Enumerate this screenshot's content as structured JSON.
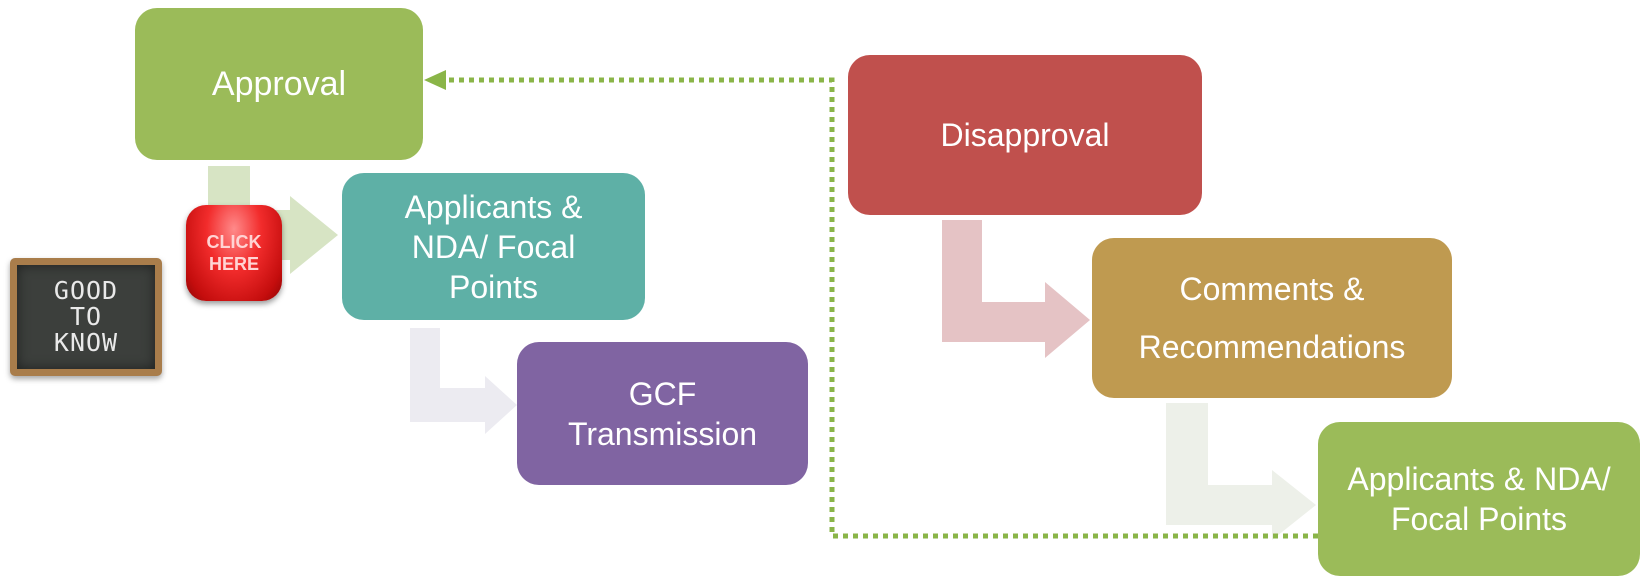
{
  "diagram": {
    "nodes": {
      "approval": {
        "label": "Approval",
        "color": "#9bbb59"
      },
      "applicants_left": {
        "label": "Applicants &\nNDA/ Focal\nPoints",
        "color": "#5eb0a6"
      },
      "gcf": {
        "label": "GCF\nTransmission",
        "color": "#8064a2"
      },
      "disapproval": {
        "label": "Disapproval",
        "color": "#c0504d"
      },
      "comments": {
        "label": "Comments &\nRecommendations",
        "color": "#bf9a50"
      },
      "applicants_right": {
        "label": "Applicants & NDA/\nFocal Points",
        "color": "#9bbb59"
      }
    },
    "good_to_know": {
      "label": "GOOD\nTO\nKNOW"
    },
    "click_here": {
      "label": "CLICK\nHERE",
      "color": "#e51c1c"
    },
    "connector_colors": {
      "approval_arrow": "#d7e4c4",
      "applicants_arrow": "#ecebf1",
      "disapproval_arrow": "#e5c3c5",
      "comments_arrow": "#edf0e9",
      "dotted_line": "#8ab548"
    }
  }
}
